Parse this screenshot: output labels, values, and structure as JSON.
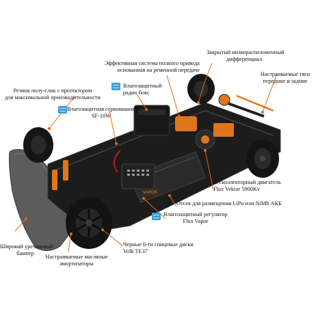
{
  "image": "rc-drift-car-chassis-diagram",
  "colors": {
    "leader": "#e8670e",
    "badge": "#3d9fd8",
    "chassis": "#1d1d1d",
    "aluminium": "#e0761c",
    "bumper": "#5a5a5a"
  },
  "labels": {
    "closed_diff": [
      "Закрытый низкорасположенный",
      "дифференциал"
    ],
    "awd_belt": [
      "Эффективная система полного привода",
      "основанная на ременной передаче"
    ],
    "radio_box": [
      "Влагозащитный",
      "радио бокс"
    ],
    "adjustable_links": [
      "Настраиваемые тяги",
      "передние и задние"
    ],
    "tires": [
      "Резина полу-слик с протектором",
      "для максимальной производительности"
    ],
    "servo": [
      "Влагозащитная сервомашинка",
      "SF-10W"
    ],
    "motor": [
      "Бесколлекторный двигатель",
      "Flux Vektor 5900Kv"
    ],
    "battery": "Отсек для размещения LiPo или NiMh АКБ",
    "esc": [
      "Влагозащитный регулятор",
      "Flux Vapor"
    ],
    "bumper": [
      "Широкий уретановый",
      "бампер"
    ],
    "shocks": [
      "Настраиваемые масляные",
      "амортизаторы"
    ],
    "wheels": [
      "Черные 6-ти спицевые диски",
      "Volk TE37"
    ]
  },
  "esc_brand": "VAPOR"
}
